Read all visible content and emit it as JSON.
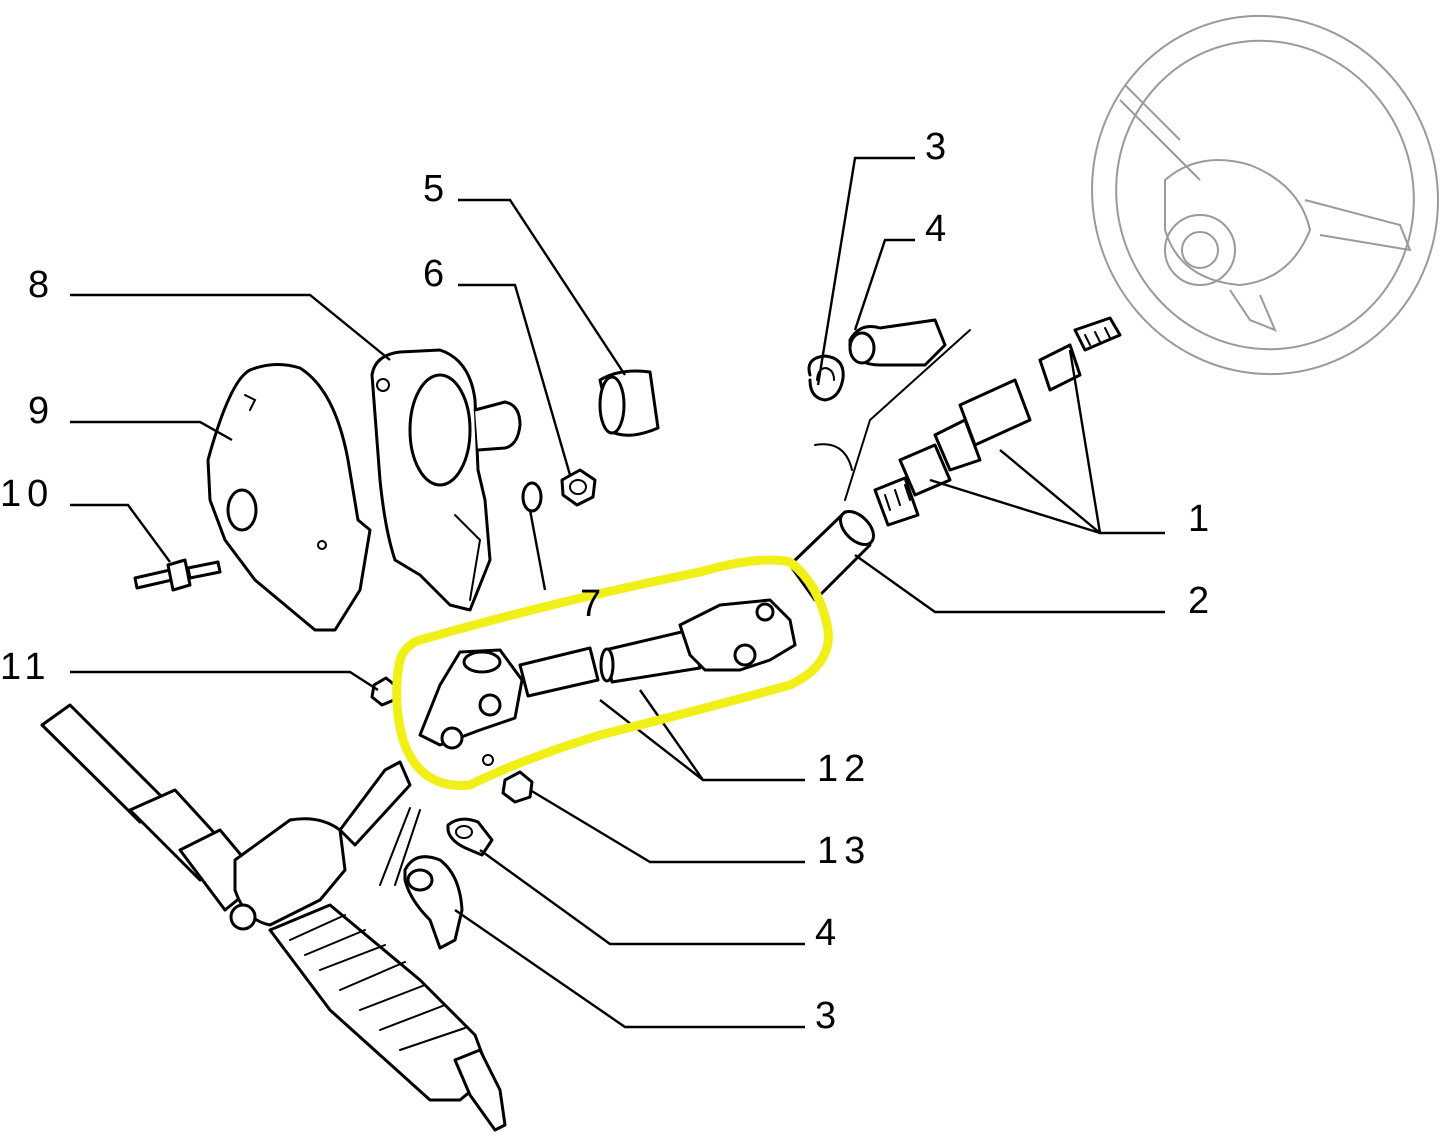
{
  "callouts": {
    "c1": "1",
    "c2": "2",
    "c3_top": "3",
    "c3_bottom": "3",
    "c4_top": "4",
    "c4_bottom": "4",
    "c5": "5",
    "c6": "6",
    "c7": "7",
    "c8": "8",
    "c9": "9",
    "c10": "10",
    "c11": "11",
    "c12": "12",
    "c13": "13"
  },
  "highlight_color": "#f0f018",
  "line_color": "#000000",
  "background": "#ffffff"
}
